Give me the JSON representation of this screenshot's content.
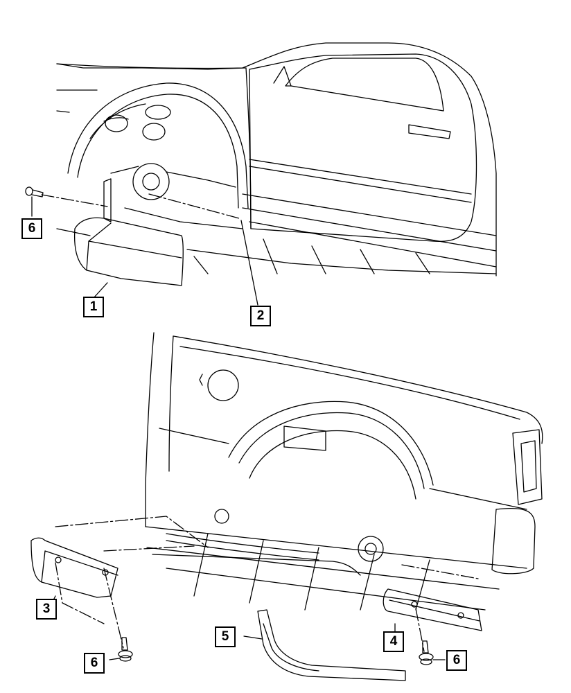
{
  "callouts": {
    "c1": "1",
    "c2": "2",
    "c3": "3",
    "c4": "4",
    "c5": "5",
    "c6_top": "6",
    "c6_left": "6",
    "c6_right": "6"
  },
  "colors": {
    "line": "#000000",
    "background": "#ffffff"
  }
}
